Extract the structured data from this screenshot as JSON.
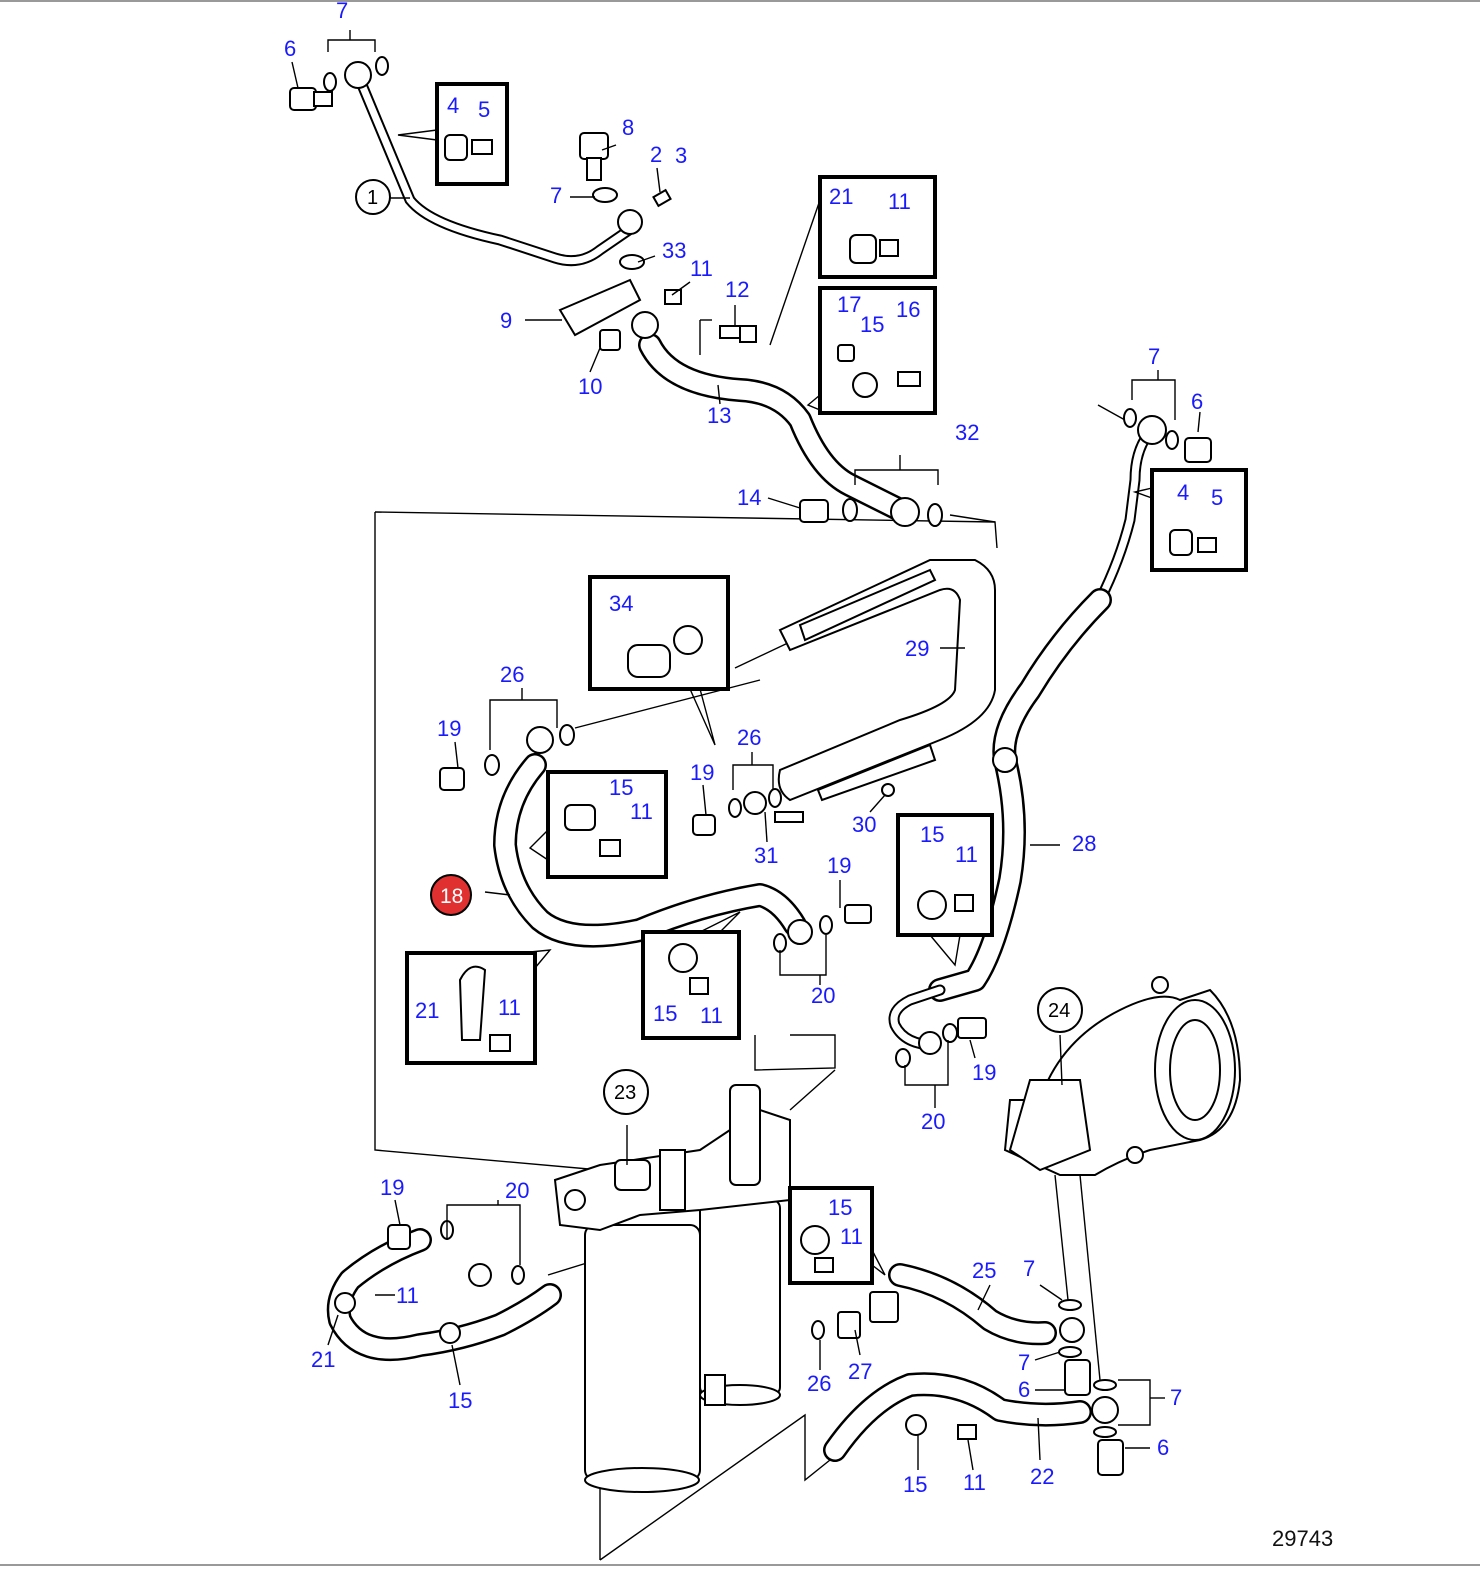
{
  "figure_number": "29743",
  "highlighted_part": "18",
  "circled_parts": [
    "1",
    "23",
    "24"
  ],
  "callouts": {
    "c7a": "7",
    "c6a": "6",
    "c4a": "4",
    "c5a": "5",
    "c1": "1",
    "c8": "8",
    "c2": "2",
    "c3": "3",
    "c7b": "7",
    "c33": "33",
    "c11a": "11",
    "c9": "9",
    "c10": "10",
    "c12": "12",
    "c13": "13",
    "c21a": "21",
    "c11b": "11",
    "c17": "17",
    "c15a": "15",
    "c16": "16",
    "c7c": "7",
    "c6b": "6",
    "c4b": "4",
    "c5b": "5",
    "c32": "32",
    "c14": "14",
    "c34": "34",
    "c29": "29",
    "c26a": "26",
    "c19a": "19",
    "c15b": "15",
    "c11c": "11",
    "c26b": "26",
    "c19b": "19",
    "c31": "31",
    "c30": "30",
    "c28": "28",
    "c15c": "15",
    "c11d": "11",
    "c18": "18",
    "c19c": "19",
    "c21b": "21",
    "c11e": "11",
    "c15d": "15",
    "c11f": "11",
    "c20a": "20",
    "c19d": "19",
    "c20b": "20",
    "c24": "24",
    "c23": "23",
    "c19e": "19",
    "c20c": "20",
    "c11g": "11",
    "c21c": "21",
    "c15e": "15",
    "c15f": "15",
    "c11h": "11",
    "c25": "25",
    "c7d": "7",
    "c7e": "7",
    "c6c": "6",
    "c7f": "7",
    "c6d": "6",
    "c26c": "26",
    "c27": "27",
    "c15g": "15",
    "c11i": "11",
    "c22": "22"
  }
}
